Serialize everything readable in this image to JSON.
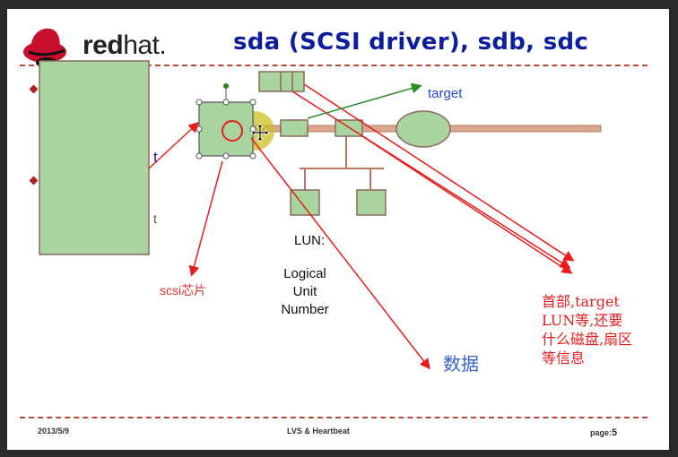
{
  "slide": {
    "logo_text_bold": "red",
    "logo_text_light": "hat.",
    "title": "sda (SCSI driver), sdb, sdc",
    "footer": {
      "date": "2013/5/9",
      "center": "LVS & Heartbeat",
      "page_prefix": "page:",
      "page_number": "5"
    },
    "diagram": {
      "lun_label": "LUN:",
      "lun_description": "Logical Unit Number",
      "peek_text": "t",
      "peek_text_2": "t"
    },
    "annotations": {
      "target": "target",
      "scsi_chip": "scsi芯片",
      "data": "数据",
      "header_info": "首部,target\nLUN等,还要\n什么磁盘,扇区\n等信息"
    }
  },
  "colors": {
    "title": "#0c1e9c",
    "box_fill": "#a9d4a0",
    "bus": "#c9866a",
    "annotation_red": "#e81c1c",
    "annotation_blue": "#3b5fd0",
    "arrow_green": "#2e8b2e",
    "rule": "#b44a3a"
  },
  "icons": [
    "redhat-logo-icon",
    "bullet-diamond-icon",
    "move-cursor-icon",
    "rotate-handle-icon"
  ]
}
